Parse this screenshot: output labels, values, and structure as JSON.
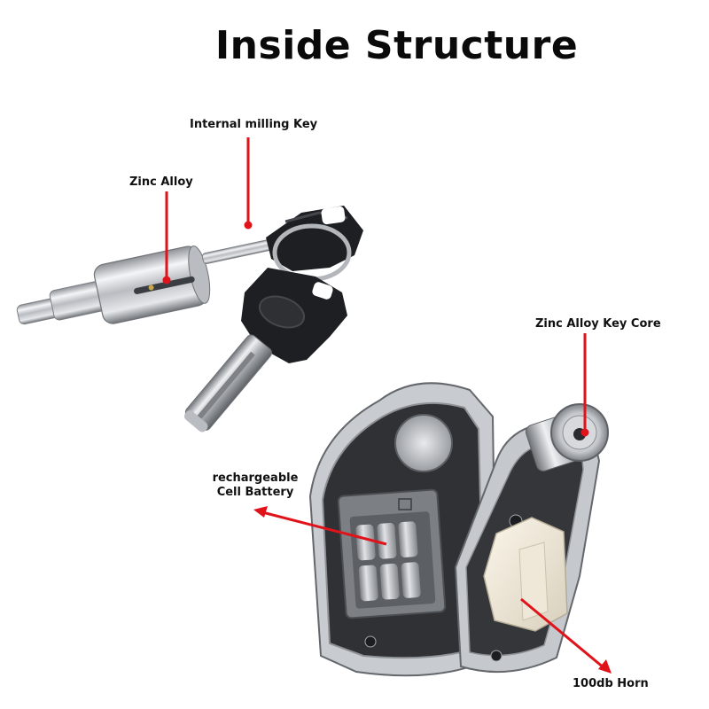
{
  "title": "Inside Structure",
  "labels": {
    "internal_milling_key": "Internal milling Key",
    "zinc_alloy": "Zinc Alloy",
    "zinc_alloy_key_core": "Zinc Alloy Key Core",
    "battery_line1": "rechargeable",
    "battery_line2": "Cell Battery",
    "horn": "100db Horn"
  },
  "colors": {
    "callout_red": "#e0131b",
    "key_black": "#1e1f22",
    "chrome": "#c9ccd1"
  }
}
